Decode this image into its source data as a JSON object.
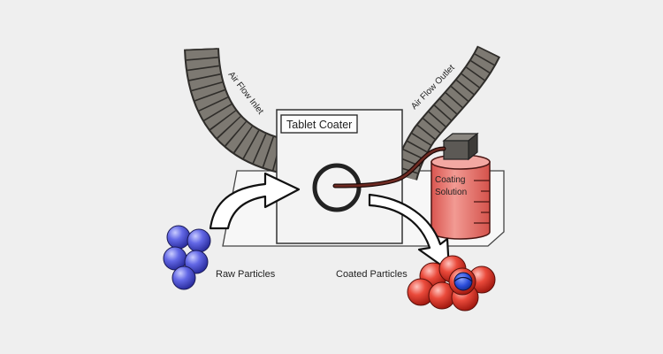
{
  "labels": {
    "air_flow_inlet": "Air Flow Inlet",
    "air_flow_outlet": "Air Flow Outlet",
    "tablet_coater": "Tablet Coater",
    "coating_solution_line1": "Coating",
    "coating_solution_line2": "Solution",
    "raw_particles": "Raw Particles",
    "coated_particles": "Coated Particles"
  },
  "colors": {
    "background": "#efefef",
    "hose": "#7a766f",
    "coater_box": "#f2f2f2",
    "coating_tank": "#e8716c",
    "raw_particle": "#5a5fdc",
    "coated_particle": "#e23a2c",
    "coated_core": "#2a4bd8",
    "feed_tube": "#5a1e18"
  },
  "icons": {
    "raw_particles": "blue-sphere-cluster",
    "coated_particles": "red-sphere-cluster",
    "pump": "pump-box-icon",
    "arrow_in": "curved-arrow-right",
    "arrow_out": "curved-arrow-down-right"
  }
}
